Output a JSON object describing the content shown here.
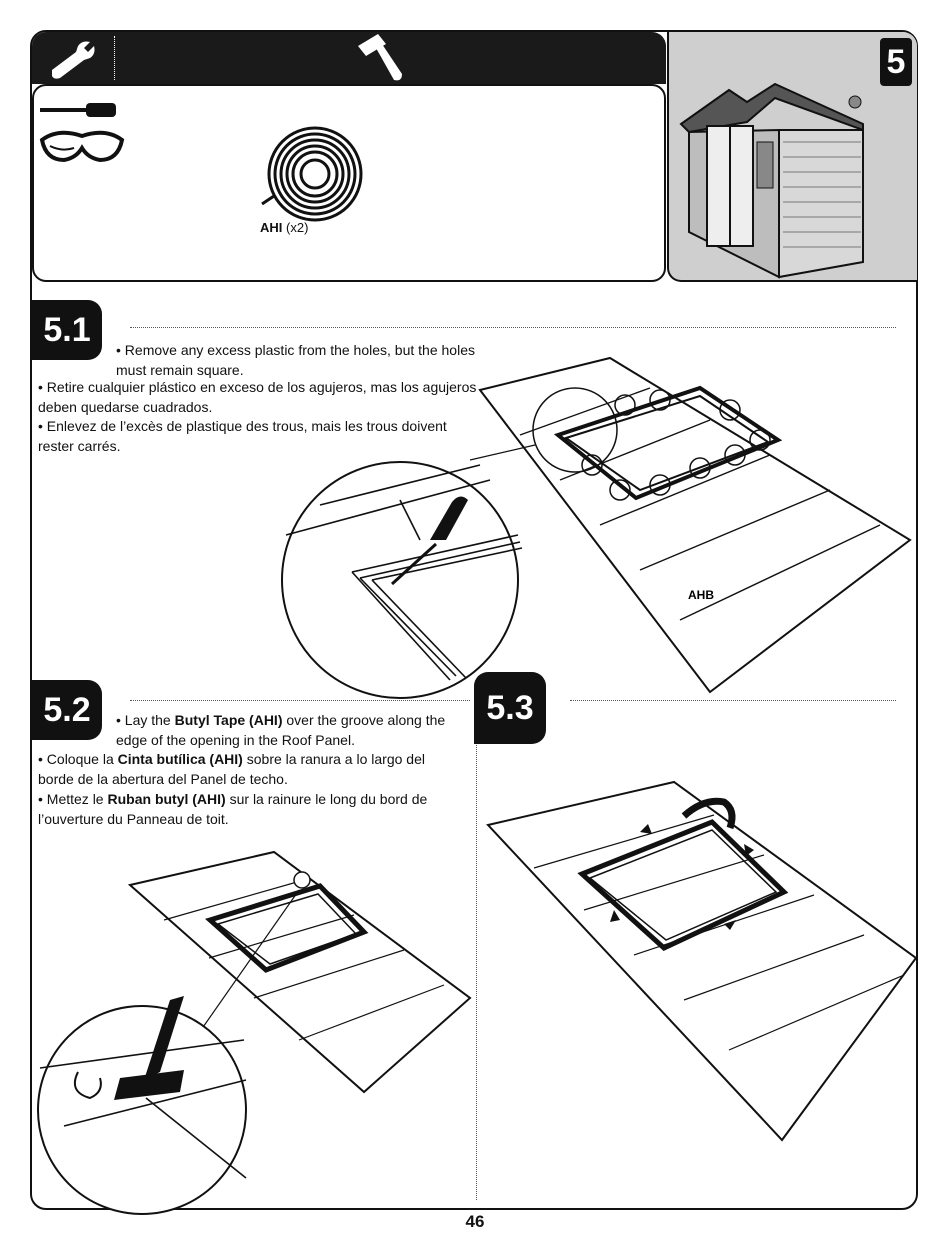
{
  "step": {
    "number": "5"
  },
  "tools": {
    "part_code": "AHI",
    "part_qty": "(x2)"
  },
  "sub1": {
    "number": "5.1",
    "en": "Remove any excess plastic from the holes, but the holes must remain square.",
    "es": "Retire cualquier plástico en exceso de los agujeros, mas los agujeros deben quedarse cuadrados.",
    "fr": "Enlevez de l’excès de plastique des trous, mais les trous doivent rester carrés.",
    "panel_label": "AHB"
  },
  "sub2": {
    "number": "5.2",
    "en_pre": "Lay the ",
    "en_bold": "Butyl Tape (AHI)",
    "en_post": " over the groove along the edge of the opening in the Roof Panel.",
    "es_pre": "Coloque la ",
    "es_bold": "Cinta butílica (AHI)",
    "es_post": " sobre la ranura a lo largo del borde de la abertura del Panel de techo.",
    "fr_pre": "Mettez le ",
    "fr_bold": "Ruban butyl (AHI)",
    "fr_post": " sur la rainure le long du bord de l’ouverture du Panneau de toit."
  },
  "sub3": {
    "number": "5.3"
  },
  "bullet": "•",
  "page_number": "46"
}
